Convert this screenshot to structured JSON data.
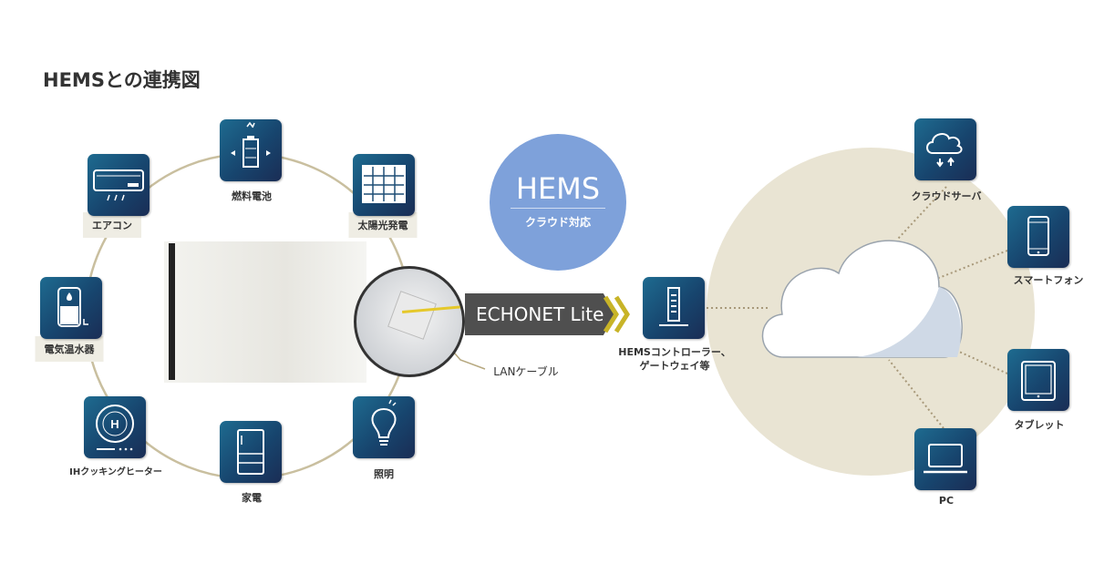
{
  "title": "HEMSとの連携図",
  "devices": [
    {
      "id": "fuel-cell",
      "label": "燃料電池",
      "icon": "battery-icon"
    },
    {
      "id": "aircon",
      "label": "エアコン",
      "icon": "air-conditioner-icon"
    },
    {
      "id": "solar",
      "label": "太陽光発電",
      "icon": "solar-panel-icon"
    },
    {
      "id": "water-heater",
      "label": "電気温水器",
      "icon": "water-heater-icon"
    },
    {
      "id": "ih",
      "label": "IHクッキングヒーター",
      "icon": "ih-cooktop-icon"
    },
    {
      "id": "appliance",
      "label": "家電",
      "icon": "refrigerator-icon"
    },
    {
      "id": "lighting",
      "label": "照明",
      "icon": "light-bulb-icon"
    }
  ],
  "hems_badge": {
    "title": "HEMS",
    "subtitle": "クラウド対応"
  },
  "protocol": "ECHONET Lite",
  "lan_label": "LANケーブル",
  "controller": {
    "line1": "HEMSコントローラー、",
    "line2": "ゲートウェイ等"
  },
  "cloud_devices": [
    {
      "label": "クラウドサーバ",
      "icon": "cloud-server-icon"
    },
    {
      "label": "スマートフォン",
      "icon": "smartphone-icon"
    },
    {
      "label": "タブレット",
      "icon": "tablet-icon"
    },
    {
      "label": "PC",
      "icon": "laptop-icon"
    }
  ],
  "colors": {
    "icon_bg": "#17456e",
    "ring": "#c9bf9f",
    "disc": "#e9e4d3",
    "badge": "#7ea1da",
    "arrow": "#4f4f4f",
    "chevron": "#c8b428"
  }
}
